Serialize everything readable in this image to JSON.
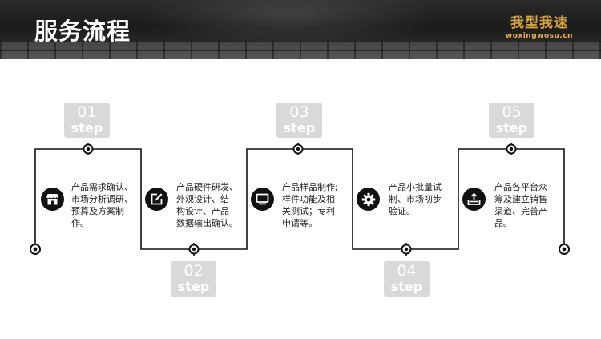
{
  "header": {
    "title": "服务流程",
    "logo_text": "我型我速",
    "logo_sub": "woxingwosu.cn"
  },
  "steps": [
    {
      "number": "01",
      "label": "step",
      "icon": "store-icon",
      "text": "产品需求确认、\n市场分析调研、\n预算及方案制\n作。"
    },
    {
      "number": "02",
      "label": "step",
      "icon": "edit-icon",
      "text": "产品硬件研发、\n外观设计、结\n构设计、产品\n数据输出确认。"
    },
    {
      "number": "03",
      "label": "step",
      "icon": "monitor-icon",
      "text": "产品样品制作;\n样件功能及相\n关测试；专利\n申请等。"
    },
    {
      "number": "04",
      "label": "step",
      "icon": "gear-icon",
      "text": "产品小批量试\n制、市场初步\n验证。"
    },
    {
      "number": "05",
      "label": "step",
      "icon": "upload-tray-icon",
      "text": "产品各平台众\n筹及建立销售\n渠道、完善产\n品。"
    }
  ],
  "colors": {
    "line": "#111111",
    "badge": "#d9d9d9",
    "header": "#1f1f1f",
    "logo": "#d8a23a"
  }
}
